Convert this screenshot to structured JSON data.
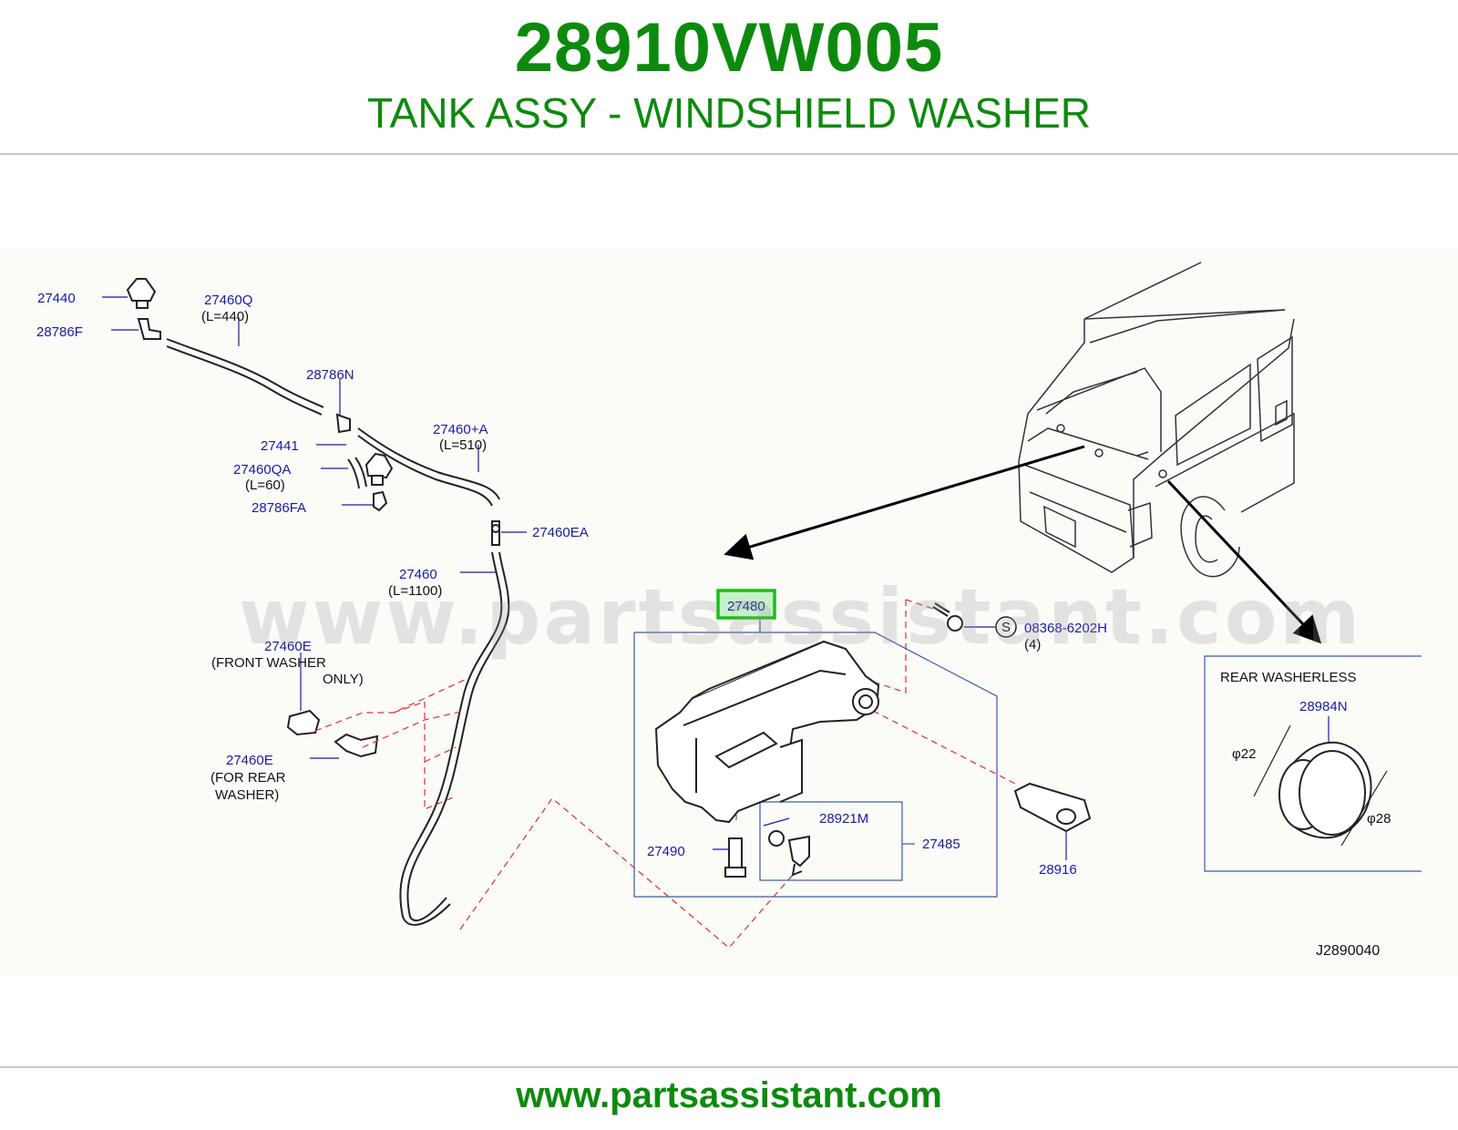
{
  "header": {
    "part_number": "28910VW005",
    "part_title": "TANK ASSY - WINDSHIELD WASHER"
  },
  "watermark": "www.partsassistant.com",
  "footer": {
    "url": "www.partsassistant.com"
  },
  "colors": {
    "brand_green": "#0d8a0d",
    "callout_blue": "#1a1aa6",
    "highlight_green": "#19c019",
    "guide_red": "#e03030"
  },
  "callouts": {
    "c27440": "27440",
    "c27460q": "27460Q",
    "c27460q_len": "(L=440)",
    "c28786f": "28786F",
    "c28786n": "28786N",
    "c27441": "27441",
    "c27460qa": "27460QA",
    "c27460qa_len": "(L=60)",
    "c28786fa": "28786FA",
    "c27460a": "27460+A",
    "c27460a_len": "(L=510)",
    "c27460ea": "27460EA",
    "c27460": "27460",
    "c27460_len": "(L=1100)",
    "c27460e_front": "27460E",
    "front_note_1": "(FRONT   WASHER",
    "front_note_2": "ONLY)",
    "c27460e_rear": "27460E",
    "rear_note_1": "(FOR   REAR",
    "rear_note_2": "WASHER)",
    "c27480": "27480",
    "s_symbol": "S",
    "c08368": "08368-6202H",
    "c08368_qty": "(4)",
    "c28921m": "28921M",
    "c27485": "27485",
    "c27490": "27490",
    "c28916": "28916",
    "rear_box_title": "REAR   WASHERLESS",
    "c28984n": "28984N",
    "dim_22": "φ22",
    "dim_28": "φ28",
    "diagram_code": "J2890040"
  }
}
